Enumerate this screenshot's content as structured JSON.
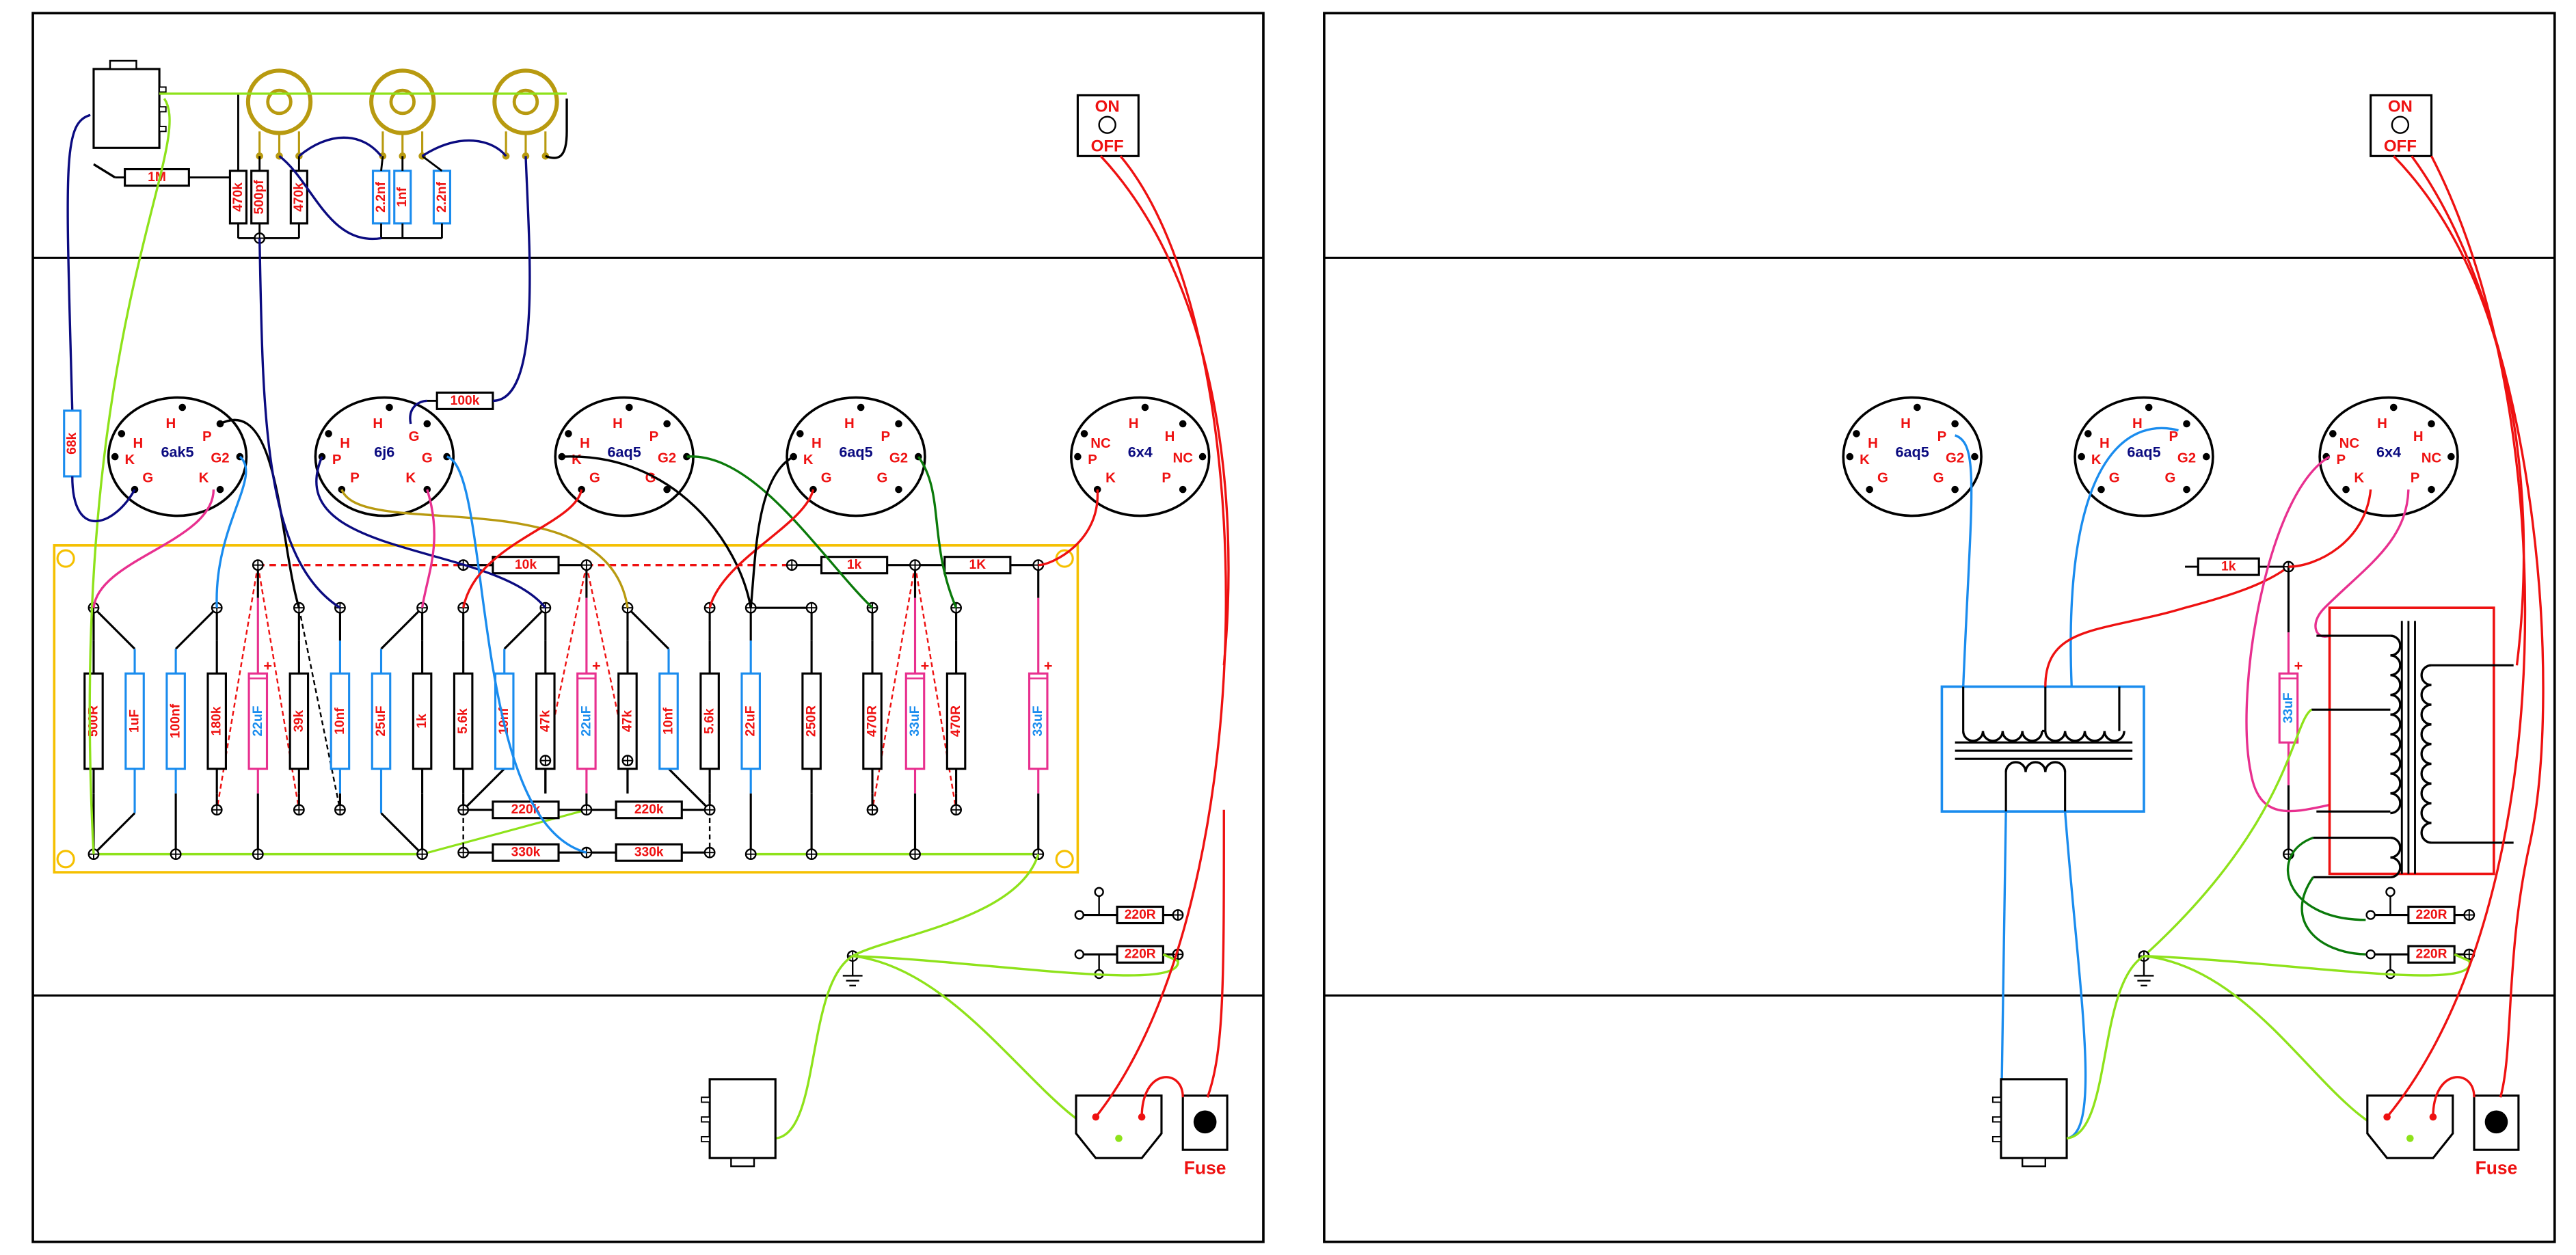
{
  "colors": {
    "red": "#ee1111",
    "blue": "#1a8cee",
    "pink": "#e8308f",
    "navy": "#0b0b80",
    "green": "#8ee21a",
    "darkgreen": "#0a7a0a",
    "olive": "#b89a10",
    "board": "#f5c000"
  },
  "left_panel": {
    "switch": {
      "on": "ON",
      "off": "OFF"
    },
    "fuse_label": "Fuse",
    "input_resistor": "1M",
    "pot_components": [
      "470k",
      "500pf",
      "470k",
      "2.2nf",
      "1nf",
      "2.2nf"
    ],
    "side_resistor": "68k",
    "grid_resistor": "100k",
    "tubes": [
      {
        "name": "6ak5",
        "pins": [
          "H",
          "H",
          "P",
          "K",
          "G2",
          "G",
          "K"
        ]
      },
      {
        "name": "6j6",
        "pins": [
          "H",
          "H",
          "G",
          "P",
          "G",
          "P",
          "K"
        ]
      },
      {
        "name": "6aq5",
        "pins": [
          "H",
          "H",
          "P",
          "K",
          "G2",
          "G",
          "G"
        ]
      },
      {
        "name": "6aq5",
        "pins": [
          "H",
          "H",
          "P",
          "K",
          "G2",
          "G",
          "G"
        ]
      },
      {
        "name": "6x4",
        "pins": [
          "H",
          "NC",
          "H",
          "P",
          "NC",
          "K",
          "P"
        ]
      }
    ],
    "board_components": [
      "500R",
      "1uF",
      "100nf",
      "180k",
      "22uF",
      "39k",
      "10nf",
      "25uF",
      "1k",
      "5.6k",
      "10nf",
      "47k",
      "22uF",
      "47k",
      "10nf",
      "5.6k",
      "22uF",
      "250R",
      "470R",
      "33uF",
      "470R",
      "33uF"
    ],
    "board_horizontal": [
      "10k",
      "1k",
      "1K",
      "220k",
      "220k",
      "330k",
      "330k"
    ],
    "output_resistors": [
      "220R",
      "220R"
    ],
    "plus_sign": "+"
  },
  "right_panel": {
    "switch": {
      "on": "ON",
      "off": "OFF"
    },
    "fuse_label": "Fuse",
    "tubes": [
      {
        "name": "6aq5",
        "pins": [
          "H",
          "H",
          "P",
          "K",
          "G2",
          "G",
          "G"
        ]
      },
      {
        "name": "6aq5",
        "pins": [
          "H",
          "H",
          "P",
          "K",
          "G2",
          "G",
          "G"
        ]
      },
      {
        "name": "6x4",
        "pins": [
          "H",
          "NC",
          "H",
          "P",
          "NC",
          "K",
          "P"
        ]
      }
    ],
    "dropping_resistor": "1k",
    "filter_cap": "33uF",
    "output_resistors": [
      "220R",
      "220R"
    ],
    "plus_sign": "+"
  }
}
